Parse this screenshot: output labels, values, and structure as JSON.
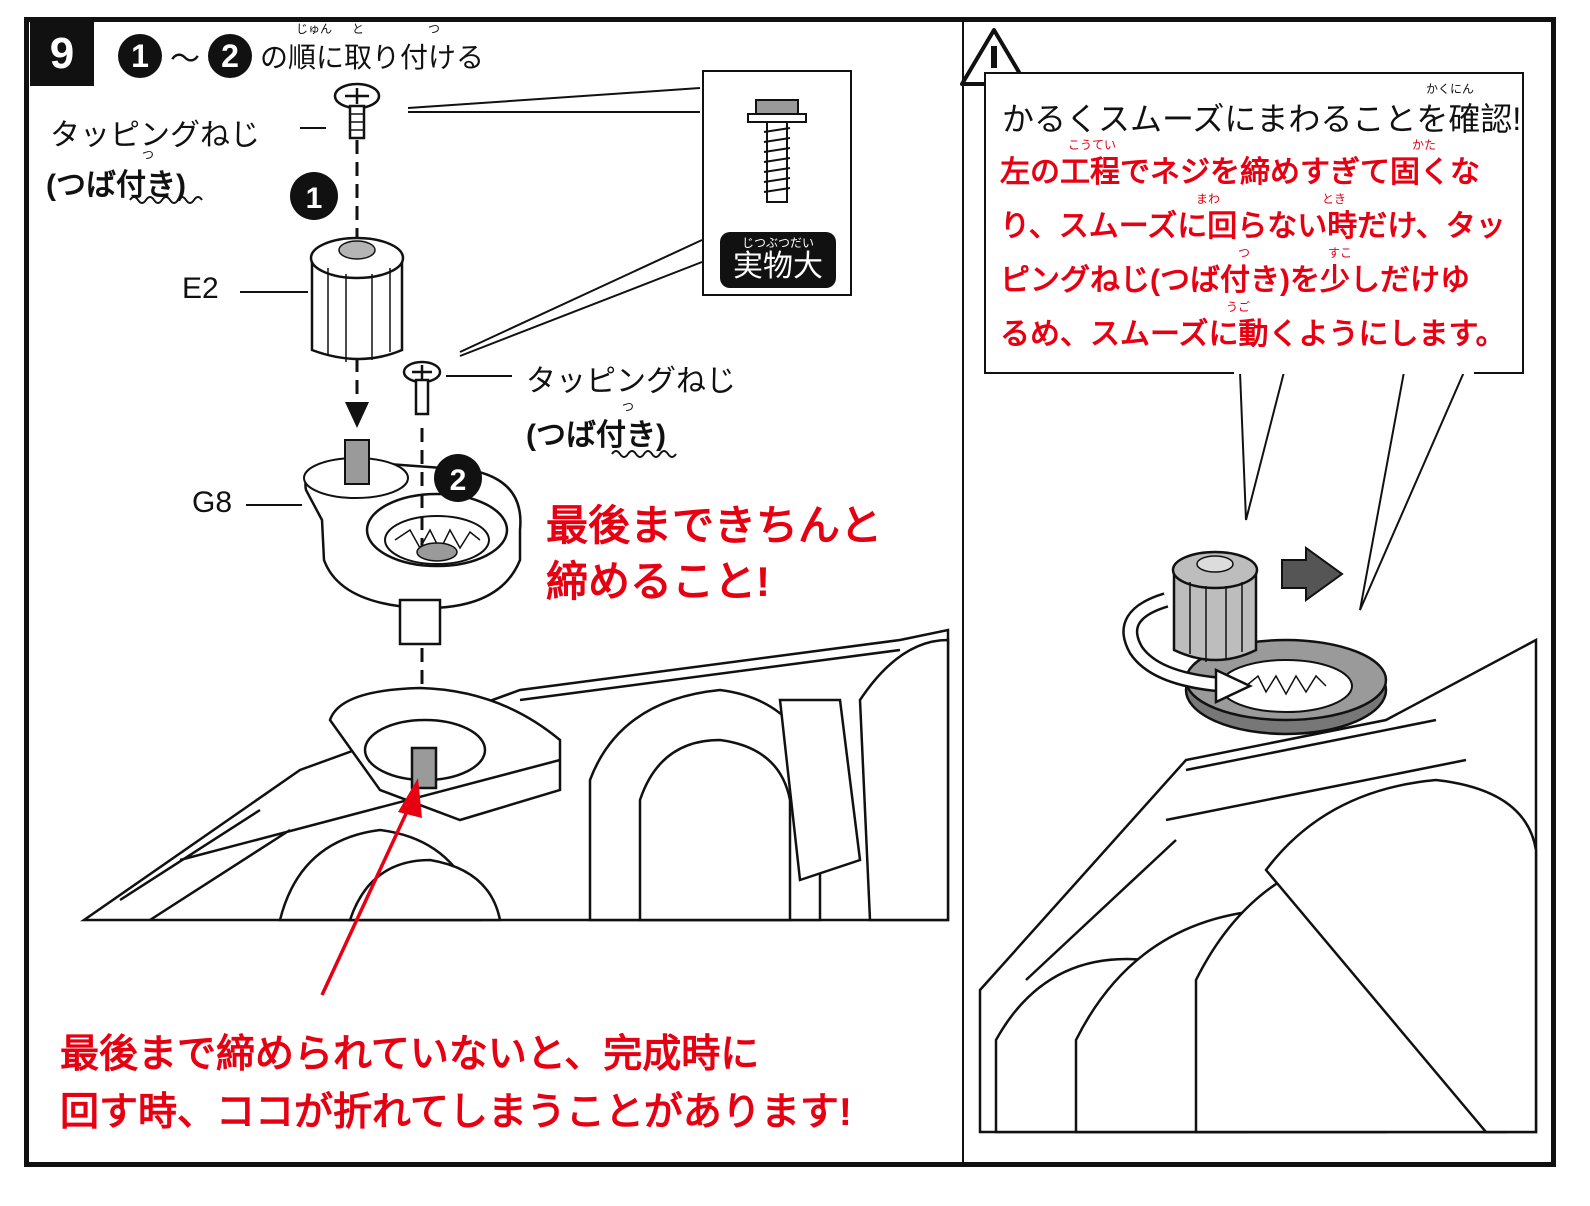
{
  "step": {
    "number": "9",
    "circle1": "1",
    "tilde": "～",
    "circle2": "2",
    "title_text": "の順に取り付ける",
    "ruby": {
      "jun": "じゅん",
      "to": "と",
      "tsu": "つ"
    }
  },
  "parts": {
    "screw1_label": "タッピングねじ",
    "screw1_sub": "(つば付き)",
    "screw1_ruby": "つ",
    "screw2_label": "タッピングねじ",
    "screw2_sub": "(つば付き)",
    "screw2_ruby": "つ",
    "e2": "E2",
    "g8": "G8",
    "marker1": "1",
    "marker2": "2"
  },
  "actual_size": {
    "label": "実物大",
    "ruby": "じつぶつだい"
  },
  "warnings": {
    "tighten_line1": "最後まできちんと",
    "tighten_line2": "締めること!",
    "bottom_line1": "最後まで締められていないと、完成時に",
    "bottom_line2": "回す時、ココが折れてしまうことがあります!"
  },
  "bubble": {
    "check_text": "かるくスムーズにまわることを確認!",
    "check_ruby": "かくにん",
    "red_line1": "左の工程でネジを締めすぎて固くな",
    "red_line2": "り、スムーズに回らない時だけ、タッ",
    "red_line3": "ピングねじ(つば付き)を少しだけゆ",
    "red_line4": "るめ、スムーズに動くようにします。",
    "ruby_koutei": "こうてい",
    "ruby_katai": "かた",
    "ruby_mawa": "まわ",
    "ruby_toki": "とき",
    "ruby_tsu": "つ",
    "ruby_suko": "すこ",
    "ruby_ugo": "うご"
  },
  "colors": {
    "warning_red": "#e60012",
    "ink": "#111111",
    "part_gray": "#9a9a9a",
    "arrow_gray": "#555555"
  }
}
